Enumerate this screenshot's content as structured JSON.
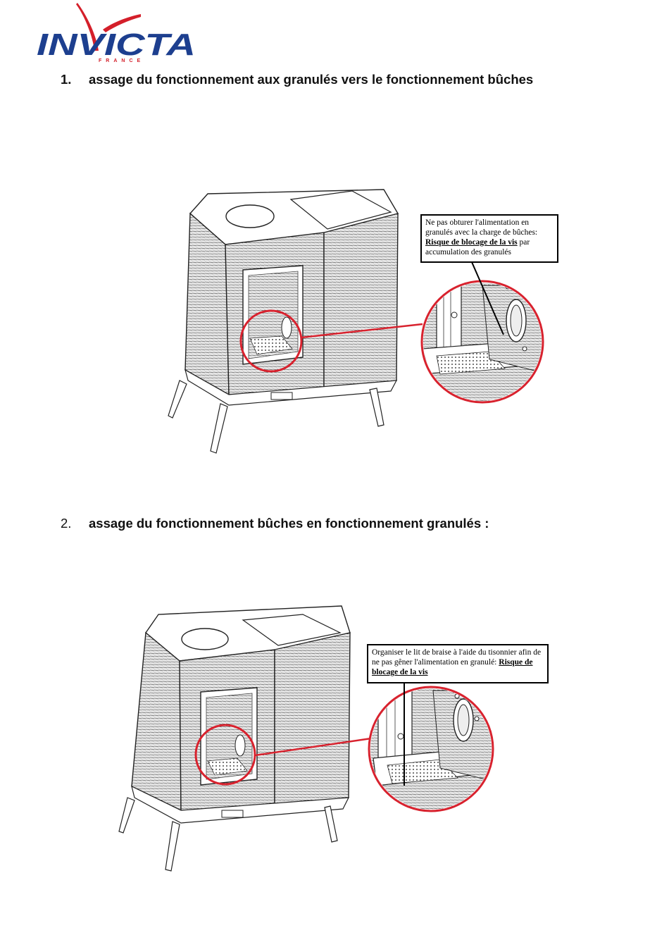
{
  "brand": {
    "name": "INVICTA",
    "subline": "FRANCE",
    "red": "#d41f2a",
    "blue": "#1d3f8f"
  },
  "section1": {
    "number": "1.",
    "title": "assage du fonctionnement  aux granulés vers le fonctionnement bûches",
    "note": {
      "text_before": "Ne pas obturer l'alimentation en granulés avec la charge de bûches:",
      "warning": "Risque de blocage de la vis",
      "text_after": " par accumulation des granulés"
    }
  },
  "section2": {
    "number": "2.",
    "title": "assage du fonctionnement bûches en fonctionnement granulés :",
    "note": {
      "text_before": "Organiser le lit de braise à l'aide du tisonnier afin de ne pas gêner l'alimentation en granulé:",
      "warning": "Risque de blocage de la vis"
    }
  },
  "colors": {
    "highlight": "#d8222e",
    "line": "#222222"
  }
}
